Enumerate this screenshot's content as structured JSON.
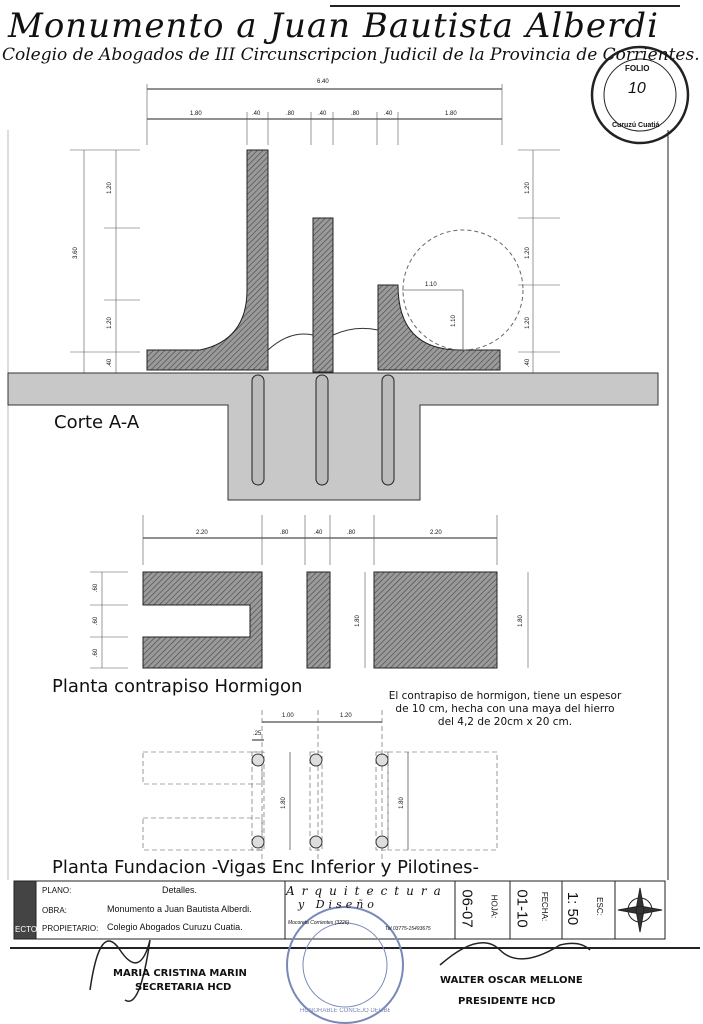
{
  "header": {
    "title": "Monumento a Juan Bautista Alberdi",
    "subtitle": "Colegio de Abogados de III Circunscripcion Judicil de la Provincia de Corrientes."
  },
  "stamp": {
    "label": "FOLIO",
    "number": "10",
    "place": "Curuzú Cuatiá"
  },
  "corte": {
    "title": "Corte A-A",
    "top_total": "6.40",
    "top_dims": [
      "1.80",
      ".40",
      ".80",
      ".40",
      ".80",
      ".40",
      "1.80"
    ],
    "left_total": "3.60",
    "left_dims": [
      "1.20",
      "1.20",
      ".40"
    ],
    "right_dims": [
      "1.20",
      "1.20",
      "1.20",
      ".40"
    ],
    "radius_h": "1.10",
    "radius_v": "1.10"
  },
  "contrapiso": {
    "title": "Planta contrapiso Hormigon",
    "top_dims": [
      "2.20",
      ".80",
      ".40",
      ".80",
      "2.20"
    ],
    "left_dims": [
      ".60",
      ".60",
      ".60"
    ],
    "mid_dim": "1.80",
    "right_dim": "1.80",
    "note": [
      "El contrapiso de  hormigon, tiene un espesor",
      "de  10 cm, hecha con una maya del hierro",
      "del 4,2 de 20cm x 20 cm."
    ]
  },
  "fundacion": {
    "title": "Planta Fundacion  -Vigas Enc Inferior y Pilotines-",
    "top_dims": [
      "1.00",
      "1.20"
    ],
    "small_dim": ".25",
    "mid_dim": "1.80",
    "right_dim": "1.80"
  },
  "title_block": {
    "plano_label": "PLANO:",
    "plano": "Detalles.",
    "obra_label": "OBRA:",
    "obra": "Monumento a Juan Bautista Alberdi.",
    "propietario_label": "PROPIETARIO:",
    "propietario": "Colegio Abogados Curuzu Cuatia.",
    "firm": "Arquitectura",
    "firm2": "y Diseño",
    "firm_city": "Mocoreta Corrientes (3226)",
    "firm_contact": "Tel 03775-15493675",
    "hoja_label": "HOJA:",
    "hoja": "06-07",
    "fecha_label": "FECHA:",
    "fecha": "01-10",
    "esc_label": "ESC:",
    "esc": "1: 50",
    "side_tag": "ECTO"
  },
  "signatures": {
    "left_name": "MARIA CRISTINA MARIN",
    "left_role": "SECRETARIA HCD",
    "right_name": "WALTER OSCAR MELLONE",
    "right_role": "PRESIDENTE HCD",
    "seal": "HONORABLE CONCEJO DELIBERANTE - Curuzú Cuatiá (Ctes.)"
  }
}
